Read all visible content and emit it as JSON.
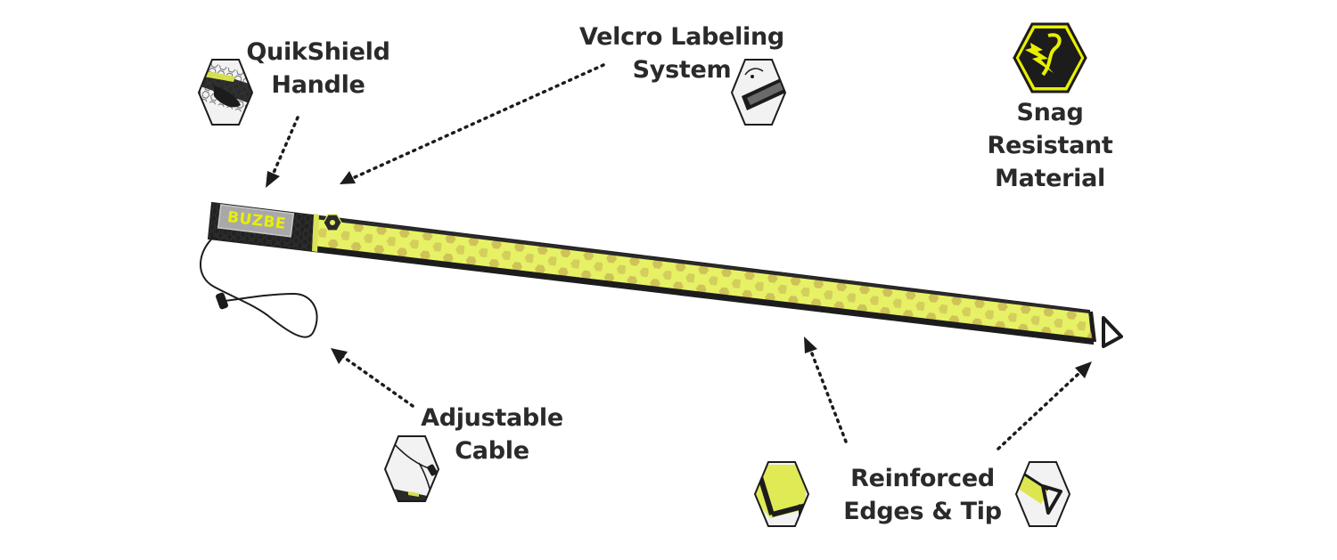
{
  "brand": {
    "logo_text": "BUZBE",
    "shell_color": "#e7f165",
    "hex_color": "#c5b354",
    "band_color": "#222222",
    "accent_color": "#e8f000"
  },
  "callouts": {
    "quikshield_handle": {
      "line1": "QuikShield",
      "line2": "Handle",
      "thumb_icon": "handle-closeup"
    },
    "velcro_labeling": {
      "line1": "Velcro Labeling",
      "line2": "System",
      "thumb_icon": "velcro-closeup"
    },
    "snag_resistant": {
      "line1": "Snag",
      "line2": "Resistant",
      "line3": "Material",
      "badge_icon": "lightning-hook-icon"
    },
    "adjustable_cable": {
      "line1": "Adjustable",
      "line2": "Cable",
      "thumb_icon": "cable-closeup"
    },
    "reinforced_edges": {
      "line1": "Reinforced",
      "line2": "Edges & Tip",
      "thumb_icons": [
        "edge-closeup",
        "tip-closeup"
      ]
    }
  }
}
